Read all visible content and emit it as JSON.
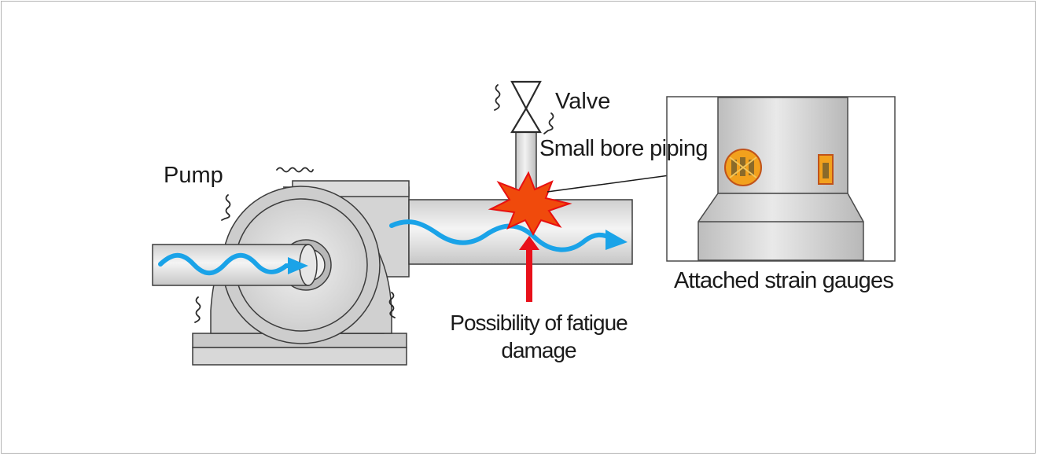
{
  "diagram": {
    "labels": {
      "pump": "Pump",
      "valve": "Valve",
      "small_bore_piping": "Small bore piping",
      "attached_strain_gauges": "Attached strain gauges",
      "fatigue_damage": "Possibility of fatigue damage"
    },
    "colors": {
      "flow_arrow": "#1aa3e8",
      "pointer_arrow": "#e8101a",
      "burst_fill": "#f04a0c",
      "burst_outline": "#e81010",
      "gauge_fill": "#f2a11d",
      "gauge_outline": "#c0531a",
      "equipment_fill": "#d9d9d9",
      "outline": "#3c3c3c"
    }
  }
}
